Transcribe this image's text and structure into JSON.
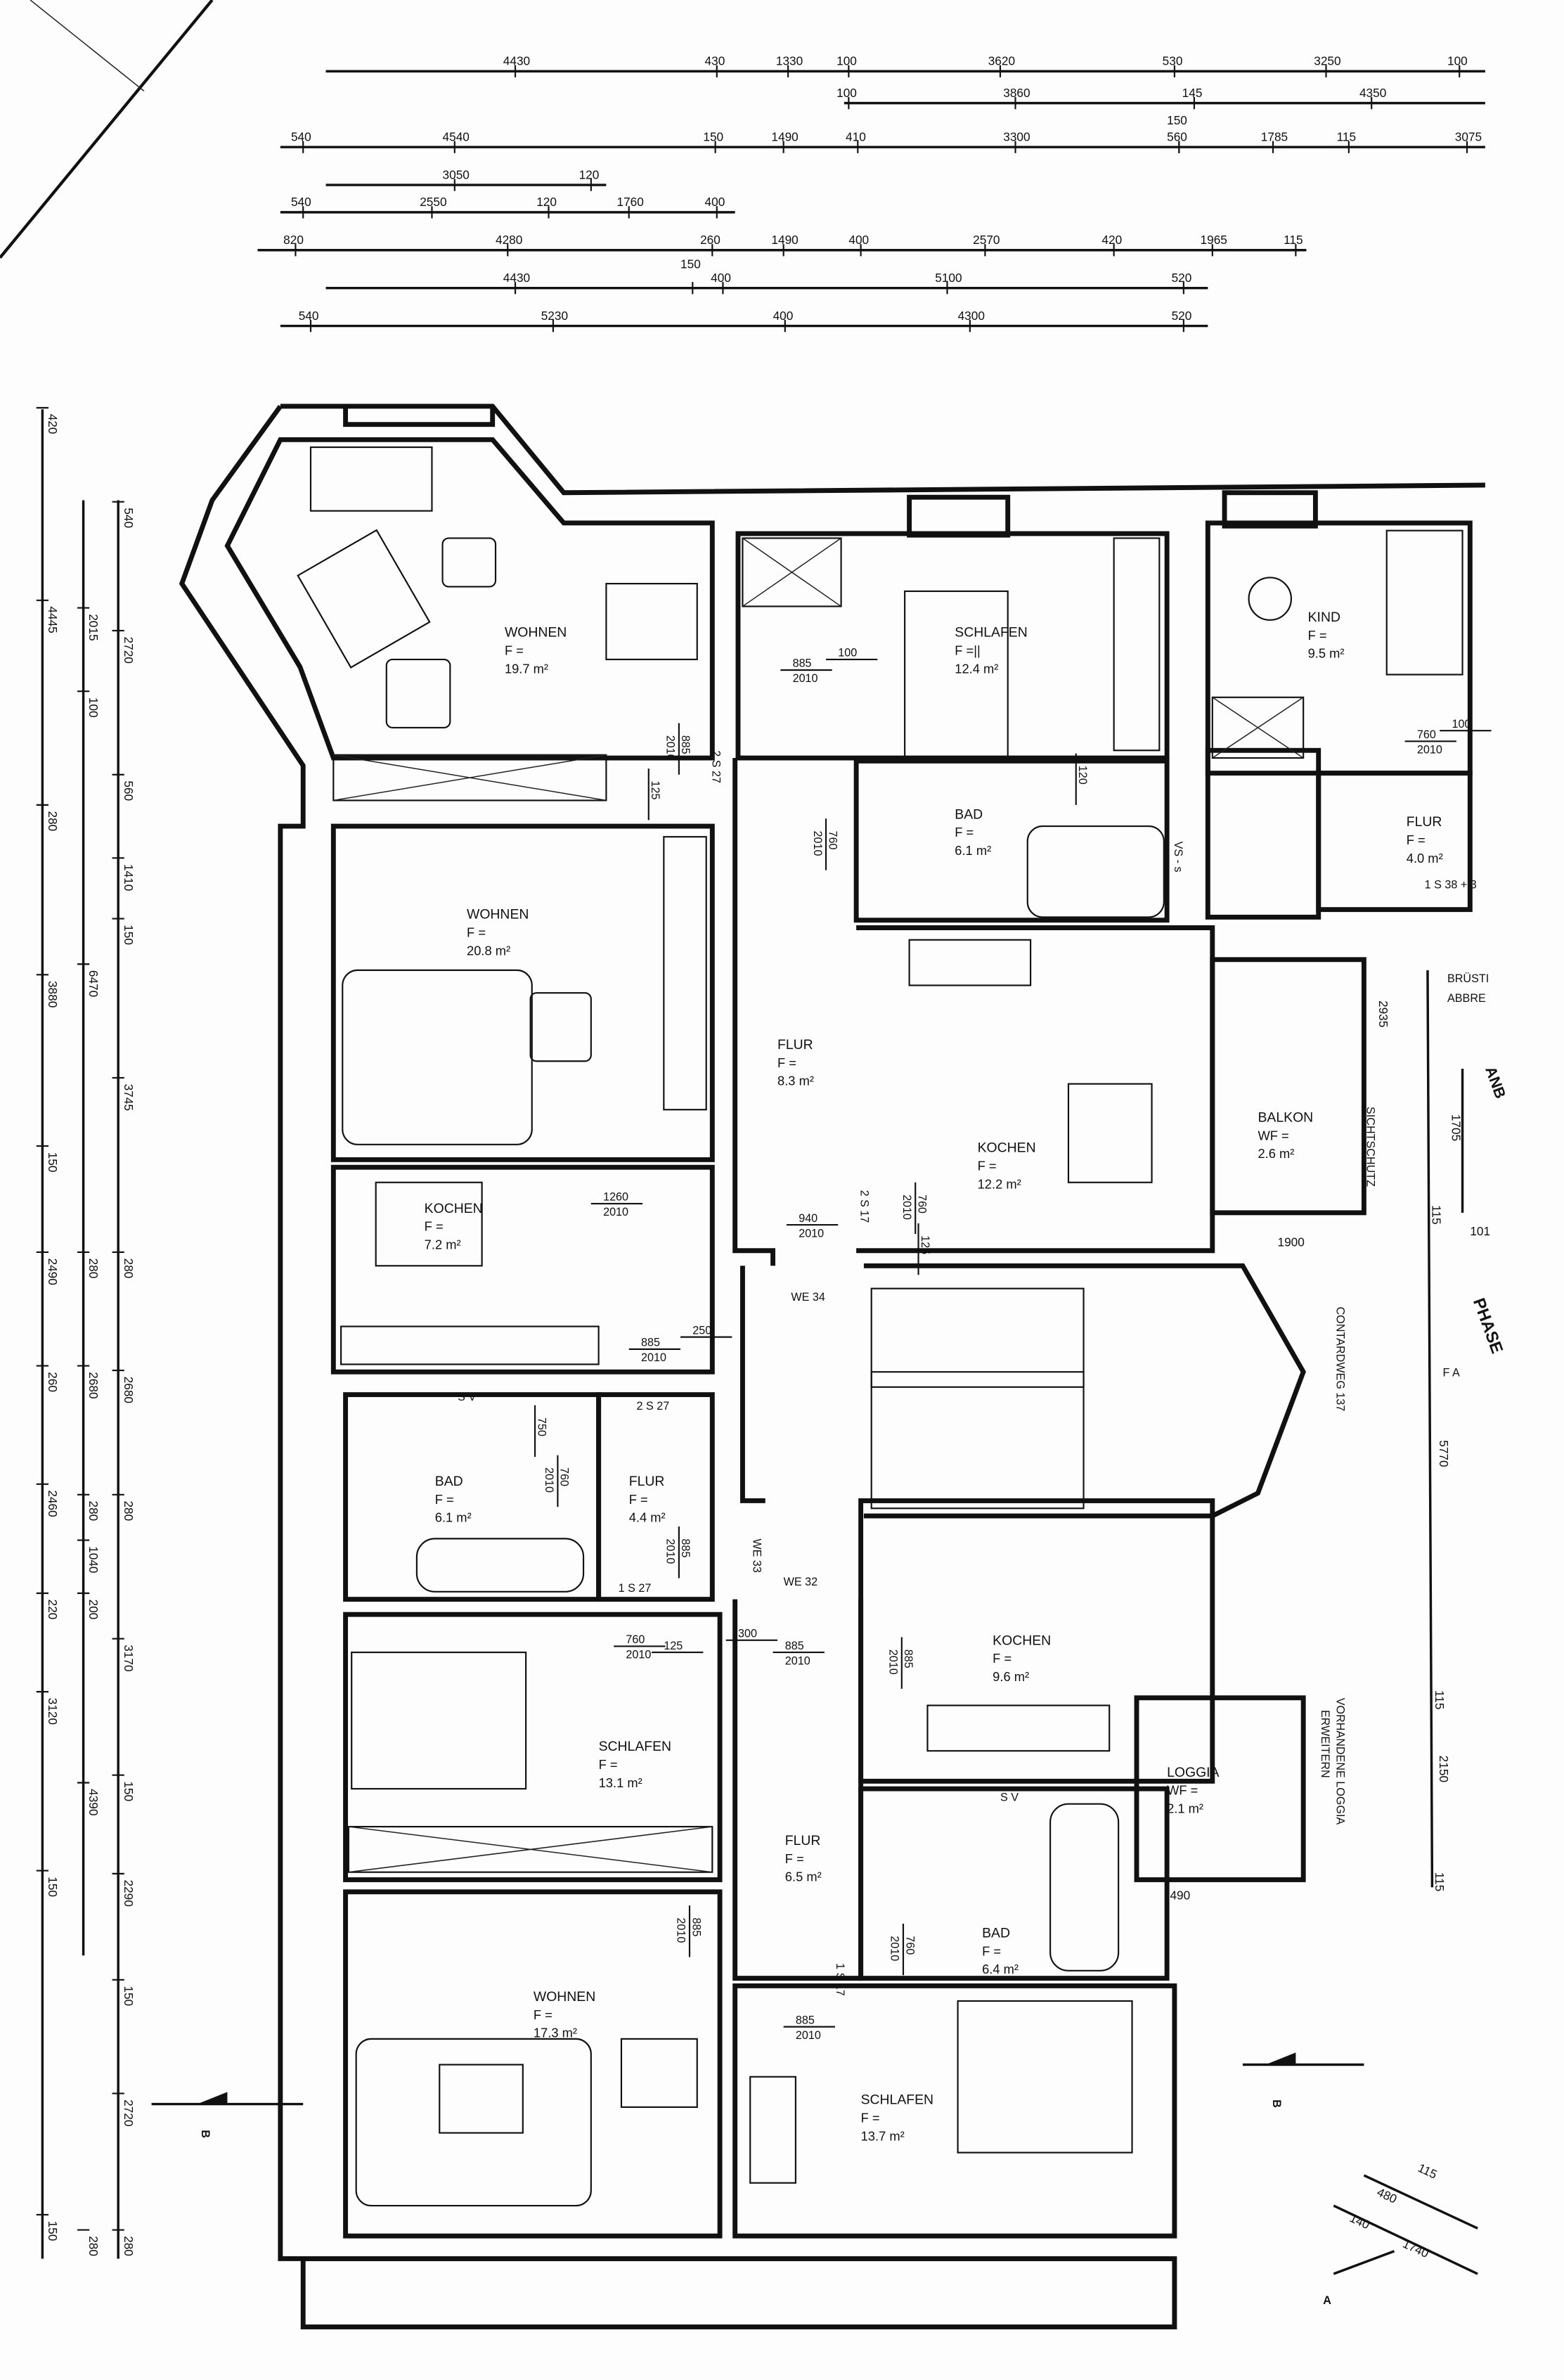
{
  "dimensions": {
    "top_rows": [
      [
        "4430",
        "430",
        "1330",
        "100",
        "3620",
        "530",
        "3250",
        "100"
      ],
      [
        "100",
        "3860",
        "145",
        "4350"
      ],
      [
        "540",
        "4540",
        "150",
        "1490",
        "410",
        "3300",
        "150",
        "560",
        "1785",
        "115",
        "3075"
      ],
      [
        "3050",
        "120"
      ],
      [
        "540",
        "2550",
        "120",
        "1760",
        "400"
      ],
      [
        "820",
        "4280",
        "260",
        "1490",
        "400",
        "2570",
        "420",
        "1965",
        "115"
      ],
      [
        "4430",
        "150",
        "400",
        "5100",
        "520"
      ],
      [
        "540",
        "5230",
        "400",
        "4300",
        "520"
      ]
    ],
    "left_cols": [
      [
        "420",
        "4445",
        "280",
        "3880",
        "150",
        "2490",
        "260",
        "2460",
        "220",
        "3120",
        "150",
        "150"
      ],
      [
        "2015",
        "100",
        "6470",
        "280",
        "2680",
        "280",
        "1040",
        "200",
        "4390",
        "280"
      ],
      [
        "540",
        "2720",
        "560",
        "1410",
        "150",
        "3745",
        "280",
        "2680",
        "280",
        "3170",
        "150",
        "2290",
        "150",
        "2720",
        "280"
      ]
    ],
    "right": [
      "2935",
      "1705",
      "115",
      "101",
      "5770",
      "115",
      "2150",
      "115",
      "1900",
      "490"
    ],
    "diagonal": [
      "115",
      "480",
      "140",
      "1740"
    ]
  },
  "rooms": [
    {
      "name": "WOHNEN",
      "f": "F =",
      "area": "19.7 m²"
    },
    {
      "name": "SCHLAFEN",
      "f": "F =||",
      "area": "12.4 m²"
    },
    {
      "name": "KIND",
      "f": "F =",
      "area": "9.5 m²"
    },
    {
      "name": "WOHNEN",
      "f": "F =",
      "area": "20.8 m²"
    },
    {
      "name": "BAD",
      "f": "F =",
      "area": "6.1 m²"
    },
    {
      "name": "FLUR",
      "f": "F =",
      "area": "4.0 m²"
    },
    {
      "name": "FLUR",
      "f": "F =",
      "area": "8.3 m²"
    },
    {
      "name": "KOCHEN",
      "f": "F =",
      "area": "12.2 m²"
    },
    {
      "name": "BALKON",
      "f": "WF =",
      "area": "2.6 m²"
    },
    {
      "name": "KOCHEN",
      "f": "F =",
      "area": "7.2 m²"
    },
    {
      "name": "BAD",
      "f": "F =",
      "area": "6.1 m²"
    },
    {
      "name": "FLUR",
      "f": "F =",
      "area": "4.4 m²"
    },
    {
      "name": "KOCHEN",
      "f": "F =",
      "area": "9.6 m²"
    },
    {
      "name": "LOGGIA",
      "f": "WF =",
      "area": "2.1 m²"
    },
    {
      "name": "SCHLAFEN",
      "f": "F =",
      "area": "13.1 m²"
    },
    {
      "name": "FLUR",
      "f": "F =",
      "area": "6.5 m²"
    },
    {
      "name": "BAD",
      "f": "F =",
      "area": "6.4 m²"
    },
    {
      "name": "WOHNEN",
      "f": "F =",
      "area": "17.3 m²"
    },
    {
      "name": "SCHLAFEN",
      "f": "F =",
      "area": "13.7 m²"
    }
  ],
  "doors": [
    [
      "885",
      "2010"
    ],
    [
      "100"
    ],
    [
      "885",
      "2010"
    ],
    [
      "125"
    ],
    [
      "760",
      "2010"
    ],
    [
      "760",
      "2010"
    ],
    [
      "100"
    ],
    [
      "120"
    ],
    [
      "1260",
      "2010"
    ],
    [
      "940",
      "2010"
    ],
    [
      "760",
      "2010"
    ],
    [
      "125"
    ],
    [
      "885",
      "2010"
    ],
    [
      "250"
    ],
    [
      "750"
    ],
    [
      "760",
      "2010"
    ],
    [
      "885",
      "2010"
    ],
    [
      "760",
      "2010"
    ],
    [
      "125"
    ],
    [
      "300"
    ],
    [
      "885",
      "2010"
    ],
    [
      "885",
      "2010"
    ],
    [
      "885",
      "2010"
    ],
    [
      "760",
      "2010"
    ],
    [
      "885",
      "2010"
    ]
  ],
  "notes": {
    "we34": "WE 34",
    "we33": "WE 33",
    "we32": "WE 32",
    "s_2s27_top": "2 S 27",
    "s_2s17": "2 S 17",
    "s_2s27": "2 S 27",
    "s_1s27": "1 S 27",
    "s_1s17": "1 S 17",
    "s_1s38": "1 S 38 + 3",
    "vs1": "VS - s",
    "vs2": "S V",
    "vs3": "S V",
    "bruestung_1": "BRÜSTI",
    "bruestung_2": "ABBRE",
    "sichtschutz": "SICHTSCHUTZ",
    "street": "CONTARDWEG 137",
    "loggia_note_1": "VORHANDENE LOGGIA",
    "loggia_note_2": "ERWEITERN",
    "section_b": "B",
    "section_a": "A",
    "stamp_1": "PHASE",
    "stamp_2": "ANB",
    "stamp_3": "F A"
  }
}
